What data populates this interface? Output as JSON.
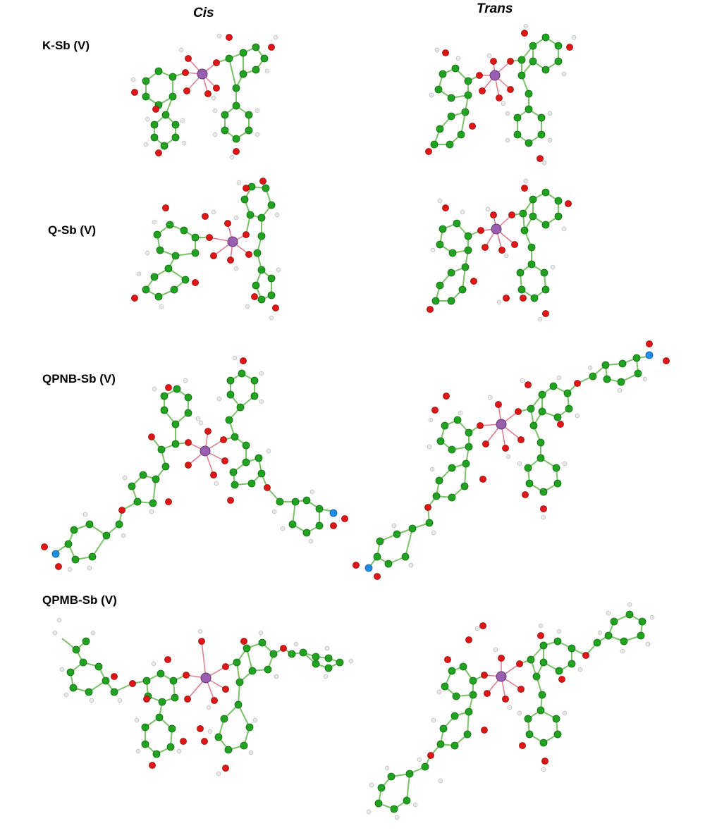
{
  "columns": {
    "cis": "Cis",
    "trans": "Trans"
  },
  "rows": [
    {
      "label": "K-Sb (V)"
    },
    {
      "label": "Q-Sb (V)"
    },
    {
      "label": "QPNB-Sb (V)"
    },
    {
      "label": "QPMB-Sb (V)"
    }
  ],
  "atom_colors": {
    "carbon": "#21a321",
    "oxygen": "#e01515",
    "hydrogen": "#e9e9e9",
    "nitrogen": "#1e8fe6",
    "antimony": "#9a5fb0"
  }
}
